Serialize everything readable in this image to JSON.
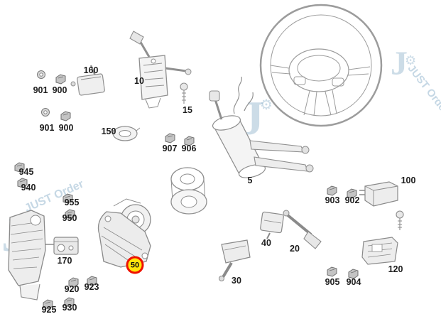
{
  "watermark": {
    "letter": "J",
    "text": "JUST Order",
    "gear_icon": "⚙"
  },
  "highlight": {
    "fill": "#ffe60a",
    "ring": "#ee1100"
  },
  "labels": [
    {
      "text": "901"
    },
    {
      "text": "900"
    },
    {
      "text": "160"
    },
    {
      "text": "10"
    },
    {
      "text": "15"
    },
    {
      "text": "901"
    },
    {
      "text": "900"
    },
    {
      "text": "150"
    },
    {
      "text": "907"
    },
    {
      "text": "906"
    },
    {
      "text": "5"
    },
    {
      "text": "945"
    },
    {
      "text": "940"
    },
    {
      "text": "955"
    },
    {
      "text": "950"
    },
    {
      "text": "170"
    },
    {
      "text": "50"
    },
    {
      "text": "920"
    },
    {
      "text": "923"
    },
    {
      "text": "925"
    },
    {
      "text": "930"
    },
    {
      "text": "30"
    },
    {
      "text": "40"
    },
    {
      "text": "20"
    },
    {
      "text": "903"
    },
    {
      "text": "902"
    },
    {
      "text": "100"
    },
    {
      "text": "905"
    },
    {
      "text": "904"
    },
    {
      "text": "120"
    }
  ]
}
